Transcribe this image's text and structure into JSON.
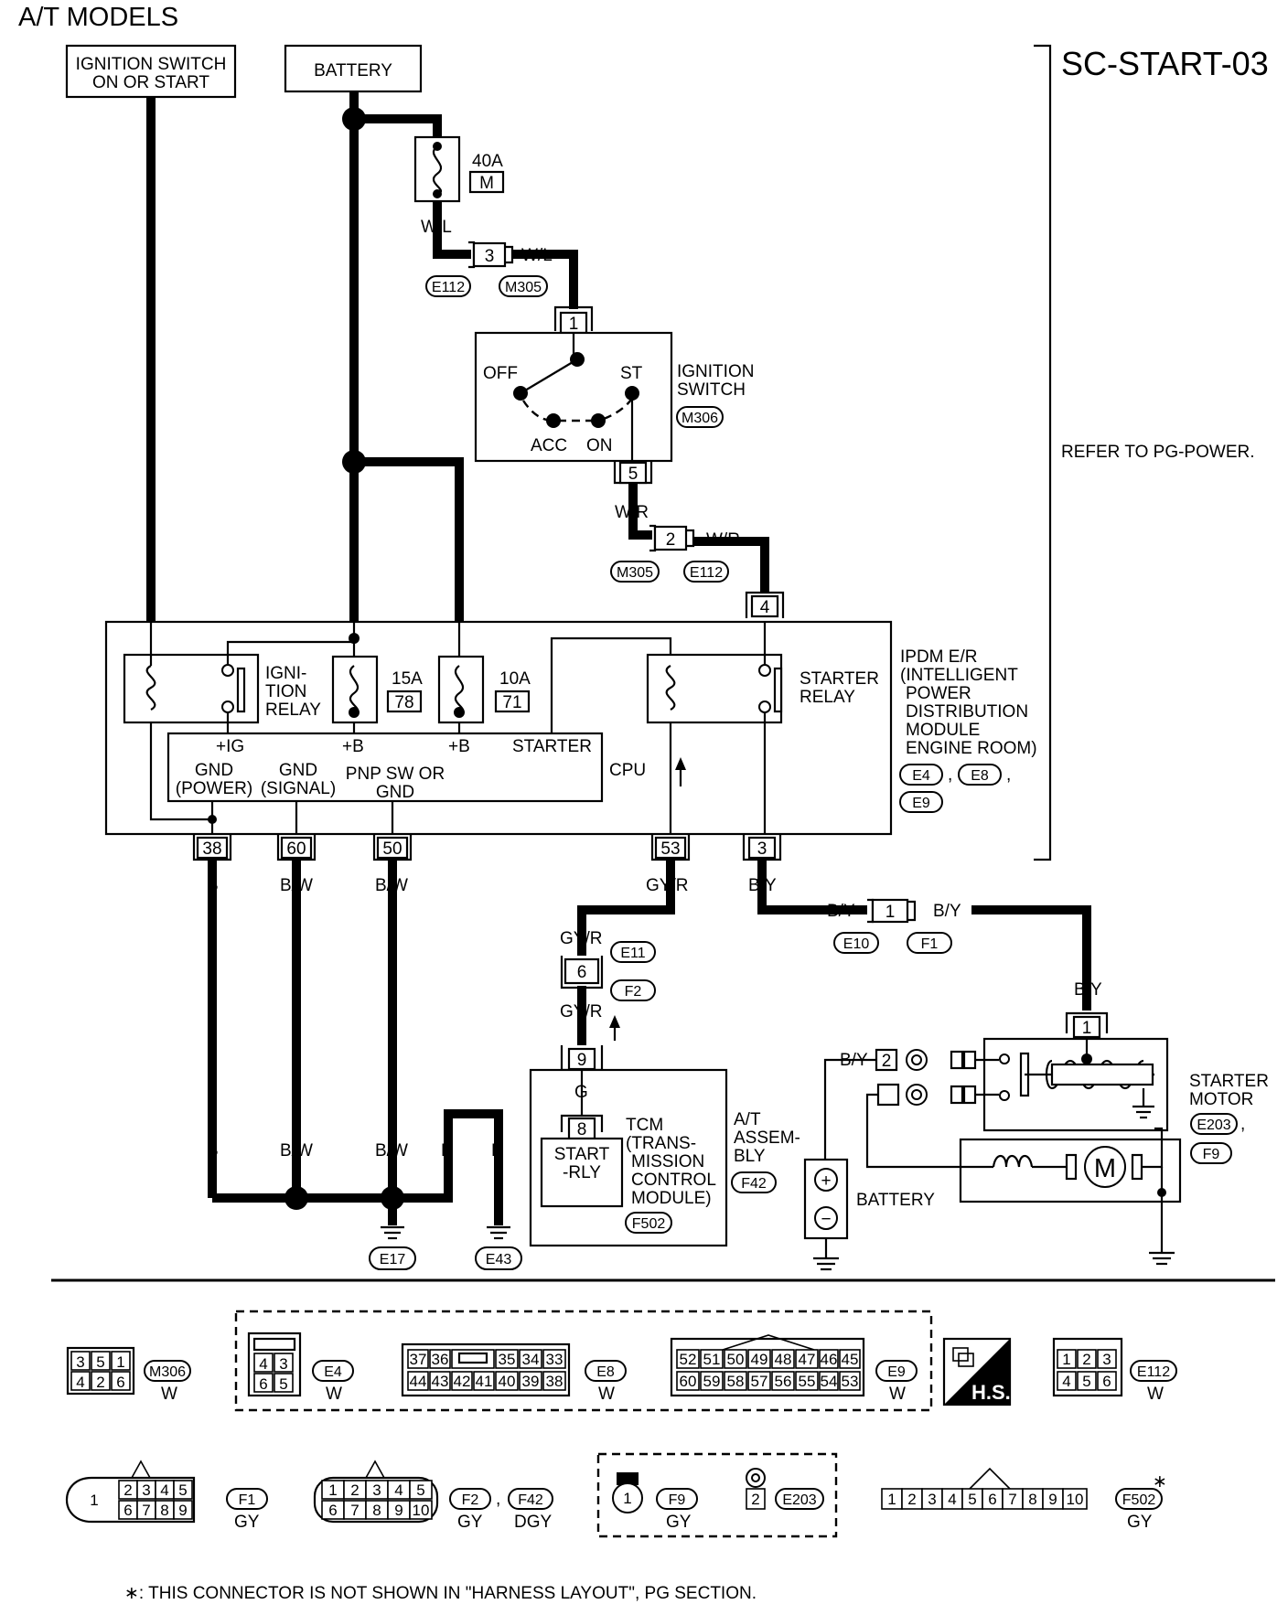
{
  "diagram": {
    "title": "A/T MODELS",
    "code": "SC-START-03",
    "reference": "REFER TO PG-POWER.",
    "footnote": "∗: THIS CONNECTOR IS NOT SHOWN IN \"HARNESS LAYOUT\", PG SECTION.",
    "sources": {
      "ignition_switch": [
        "IGNITION SWITCH",
        "ON OR START"
      ],
      "battery": "BATTERY"
    },
    "fuse_40a": {
      "rating": "40A",
      "id": "M"
    },
    "wire_colors": {
      "wl": "W/L",
      "wr": "W/R",
      "b": "B",
      "bw": "B/W",
      "gyr": "GY/R",
      "by": "B/Y",
      "g": "G"
    },
    "ignition_switch": {
      "label": [
        "IGNITION",
        "SWITCH"
      ],
      "connector": "M306",
      "positions": {
        "off": "OFF",
        "st": "ST",
        "acc": "ACC",
        "on": "ON"
      }
    },
    "pins": {
      "p1": "1",
      "p2": "2",
      "p3": "3",
      "p4": "4",
      "p5": "5",
      "p6": "6",
      "p8": "8",
      "p9": "9",
      "p38": "38",
      "p60": "60",
      "p50": "50",
      "p53": "53"
    },
    "connectors": {
      "e112": "E112",
      "m305": "M305",
      "e10": "E10",
      "f1": "F1",
      "e11": "E11",
      "f2": "F2",
      "e17": "E17",
      "e43": "E43",
      "e4": "E4",
      "e8": "E8",
      "e9": "E9",
      "e203": "E203",
      "f9": "F9",
      "f42": "F42",
      "f502": "F502",
      "m306": "M306"
    },
    "ipdm": {
      "label": [
        "IPDM E/R",
        "(INTELLIGENT",
        "POWER",
        "DISTRIBUTION",
        "MODULE",
        "ENGINE ROOM)"
      ],
      "ignition_relay": [
        "IGNI-",
        "TION",
        "RELAY"
      ],
      "starter_relay": [
        "STARTER",
        "RELAY"
      ],
      "fuse_15a": {
        "rating": "15A",
        "id": "78"
      },
      "fuse_10a": {
        "rating": "10A",
        "id": "71"
      },
      "cpu": "CPU",
      "terminals": {
        "ig": "+IG",
        "b1": "+B",
        "b2": "+B",
        "starter": "STARTER",
        "gnd_power": [
          "GND",
          "(POWER)"
        ],
        "gnd_signal": [
          "GND",
          "(SIGNAL)"
        ],
        "pnp": [
          "PNP SW OR",
          "GND"
        ]
      }
    },
    "tcm": {
      "start_rly": [
        "START",
        "-RLY"
      ],
      "label": [
        "TCM",
        "(TRANS-",
        "MISSION",
        "CONTROL",
        "MODULE)"
      ],
      "at_assembly": [
        "A/T",
        "ASSEM-",
        "BLY"
      ]
    },
    "battery": {
      "label": "BATTERY",
      "plus": "+",
      "minus": "−"
    },
    "starter_motor": {
      "label": [
        "STARTER",
        "MOTOR"
      ],
      "motor": "M"
    },
    "legend": {
      "hs": "H.S.",
      "items": [
        {
          "id": "M306",
          "color": "W",
          "rows": [
            [
              "3",
              "5",
              "1"
            ],
            [
              "4",
              "2",
              "6"
            ]
          ]
        },
        {
          "id": "E4",
          "color": "W",
          "rows": [
            [
              "4",
              "3"
            ],
            [
              "6",
              "5"
            ]
          ]
        },
        {
          "id": "E8",
          "color": "W",
          "rows": [
            [
              "37",
              "36",
              "",
              "35",
              "34",
              "33"
            ],
            [
              "44",
              "43",
              "42",
              "41",
              "40",
              "39",
              "38"
            ]
          ]
        },
        {
          "id": "E9",
          "color": "W",
          "rows": [
            [
              "52",
              "51",
              "50",
              "49",
              "48",
              "47",
              "46",
              "45"
            ],
            [
              "60",
              "59",
              "58",
              "57",
              "56",
              "55",
              "54",
              "53"
            ]
          ]
        },
        {
          "id": "E112",
          "color": "W",
          "rows": [
            [
              "1",
              "2",
              "3"
            ],
            [
              "4",
              "5",
              "6"
            ]
          ]
        },
        {
          "id": "F1",
          "color": "GY",
          "single": "1",
          "rows": [
            [
              "2",
              "3",
              "4",
              "5"
            ],
            [
              "6",
              "7",
              "8",
              "9"
            ]
          ]
        },
        {
          "id": "F2",
          "id2": "F42",
          "color": "GY",
          "color2": "DGY",
          "rows": [
            [
              "1",
              "2",
              "3",
              "4",
              "5"
            ],
            [
              "6",
              "7",
              "8",
              "9",
              "10"
            ]
          ]
        },
        {
          "id": "F9",
          "color": "GY",
          "single": "1"
        },
        {
          "id": "E203",
          "single": "2"
        },
        {
          "id": "F502",
          "color": "GY",
          "star": "∗",
          "rows": [
            [
              "1",
              "2",
              "3",
              "4",
              "5",
              "6",
              "7",
              "8",
              "9",
              "10"
            ]
          ]
        }
      ]
    }
  }
}
